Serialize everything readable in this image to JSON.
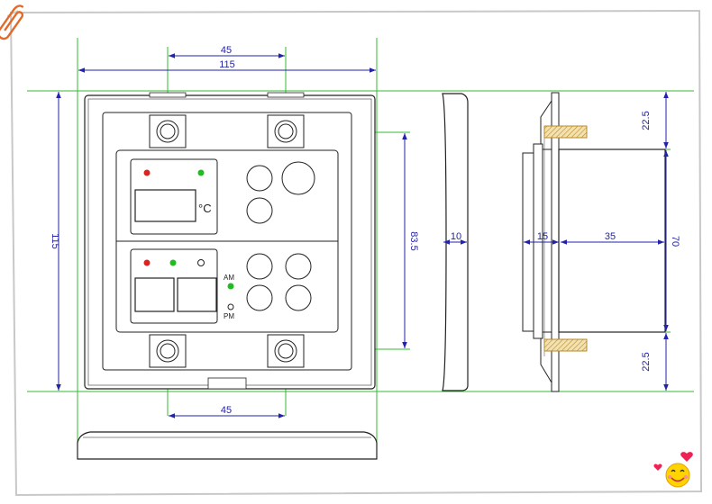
{
  "drawing": {
    "front_view": {
      "dims": {
        "top_inner": "45",
        "top_outer": "115",
        "left_height": "115",
        "right_height": "83.5",
        "bottom_inner": "45"
      },
      "labels": {
        "unit_c": "°C",
        "am": "AM",
        "pm": "PM"
      }
    },
    "side_view": {
      "dims": {
        "thickness": "10",
        "rear_top": "22.5",
        "front_depth": "15",
        "body_depth": "35",
        "body_height": "70",
        "rear_bottom": "22.5"
      }
    }
  },
  "colors": {
    "dimension": "#2222aa",
    "guide": "#33bb33",
    "outline": "#222222",
    "screw": "#c8a040",
    "led_red": "#dd2222",
    "led_green": "#22bb22",
    "frame": "#c8c8c8"
  },
  "decor": {
    "clip_icon": "paperclip-icon",
    "smiley_icon": "smiley-hearts-icon"
  }
}
